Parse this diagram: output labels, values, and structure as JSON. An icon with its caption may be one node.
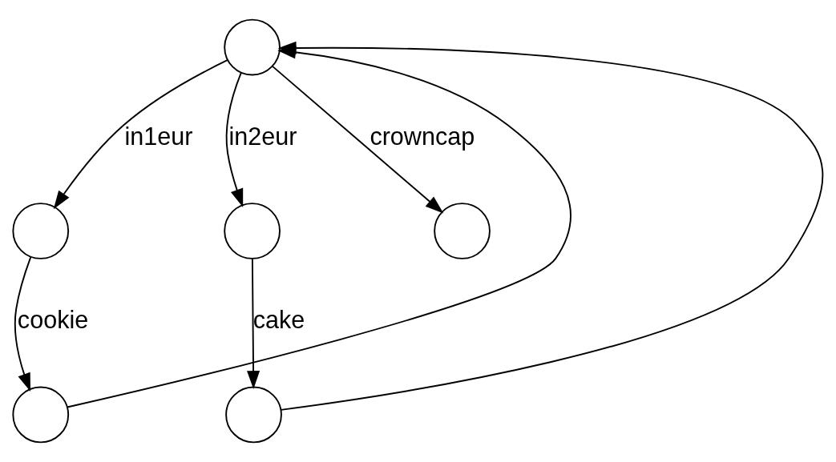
{
  "diagram": {
    "nodes": [
      {
        "text": [],
        "shape": "circle"
      },
      {
        "text": [],
        "shape": "circle"
      },
      {
        "text": [],
        "shape": "circle"
      },
      {
        "text": [],
        "shape": "circle"
      },
      {
        "text": [],
        "shape": "circle"
      },
      {
        "text": [],
        "shape": "circle"
      }
    ],
    "edges": [
      {
        "from": 0,
        "to": 1,
        "arrow": "to",
        "label": "in1eur"
      },
      {
        "from": 0,
        "to": 4,
        "arrow": "to",
        "label": "crowncap"
      },
      {
        "from": 0,
        "to": 2,
        "arrow": "to",
        "label": "in2eur"
      },
      {
        "from": 1,
        "to": 3,
        "arrow": "to",
        "label": "cookie"
      },
      {
        "from": 2,
        "to": 5,
        "arrow": "to",
        "label": "cake"
      },
      {
        "from": 3,
        "to": 0,
        "arrow": "to"
      },
      {
        "from": 5,
        "to": 0,
        "arrow": "to"
      }
    ]
  }
}
